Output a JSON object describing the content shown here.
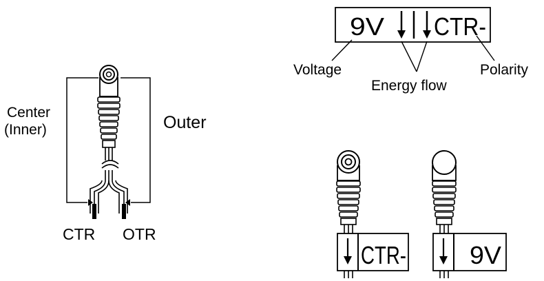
{
  "left_diagram": {
    "center_label_line1": "Center",
    "center_label_line2": "(Inner)",
    "outer_label": "Outer",
    "ctr_label": "CTR",
    "otr_label": "OTR"
  },
  "label_box": {
    "voltage_value": "9V",
    "polarity_value": "CTR-",
    "voltage_caption": "Voltage",
    "energy_flow_caption": "Energy flow",
    "polarity_caption": "Polarity"
  },
  "plugs": {
    "left_tag": "CTR-",
    "right_tag": "9V"
  }
}
